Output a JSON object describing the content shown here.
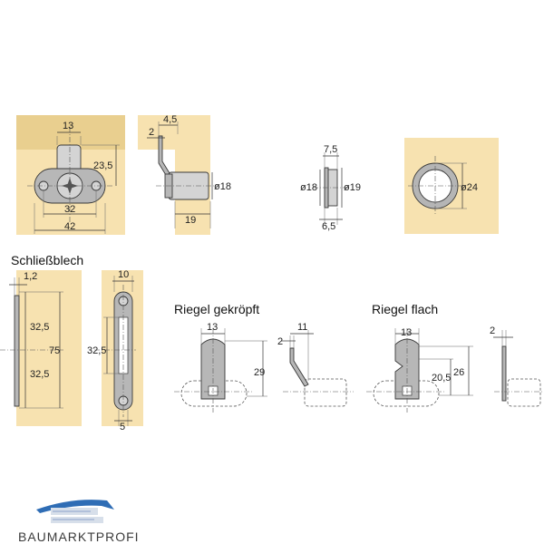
{
  "dims": {
    "d13a": "13",
    "d235": "23,5",
    "d32": "32",
    "d42": "42",
    "d45": "4,5",
    "d2a": "2",
    "dphi18a": "ø18",
    "d19": "19",
    "d75top": "7,5",
    "dphi18b": "ø18",
    "dphi19": "ø19",
    "d65": "6,5",
    "dphi24": "ø24",
    "d12": "1,2",
    "d325a": "32,5",
    "d75": "75",
    "d325b": "32,5",
    "d10": "10",
    "d325c": "32,5",
    "d5": "5",
    "d13b": "13",
    "d29": "29",
    "d2b": "2",
    "d11": "11",
    "d13c": "13",
    "d205": "20,5",
    "d26": "26",
    "d2c": "2"
  },
  "labels": {
    "schliessblech": "Schließblech",
    "riegel_gekroepft": "Riegel gekröpft",
    "riegel_flach": "Riegel flach"
  },
  "logo": {
    "text": "BAUMARKTPROFI",
    "accent": "#2f6db5"
  },
  "colors": {
    "wood": "#f7e2b0",
    "metal": "#b7b7b7"
  }
}
